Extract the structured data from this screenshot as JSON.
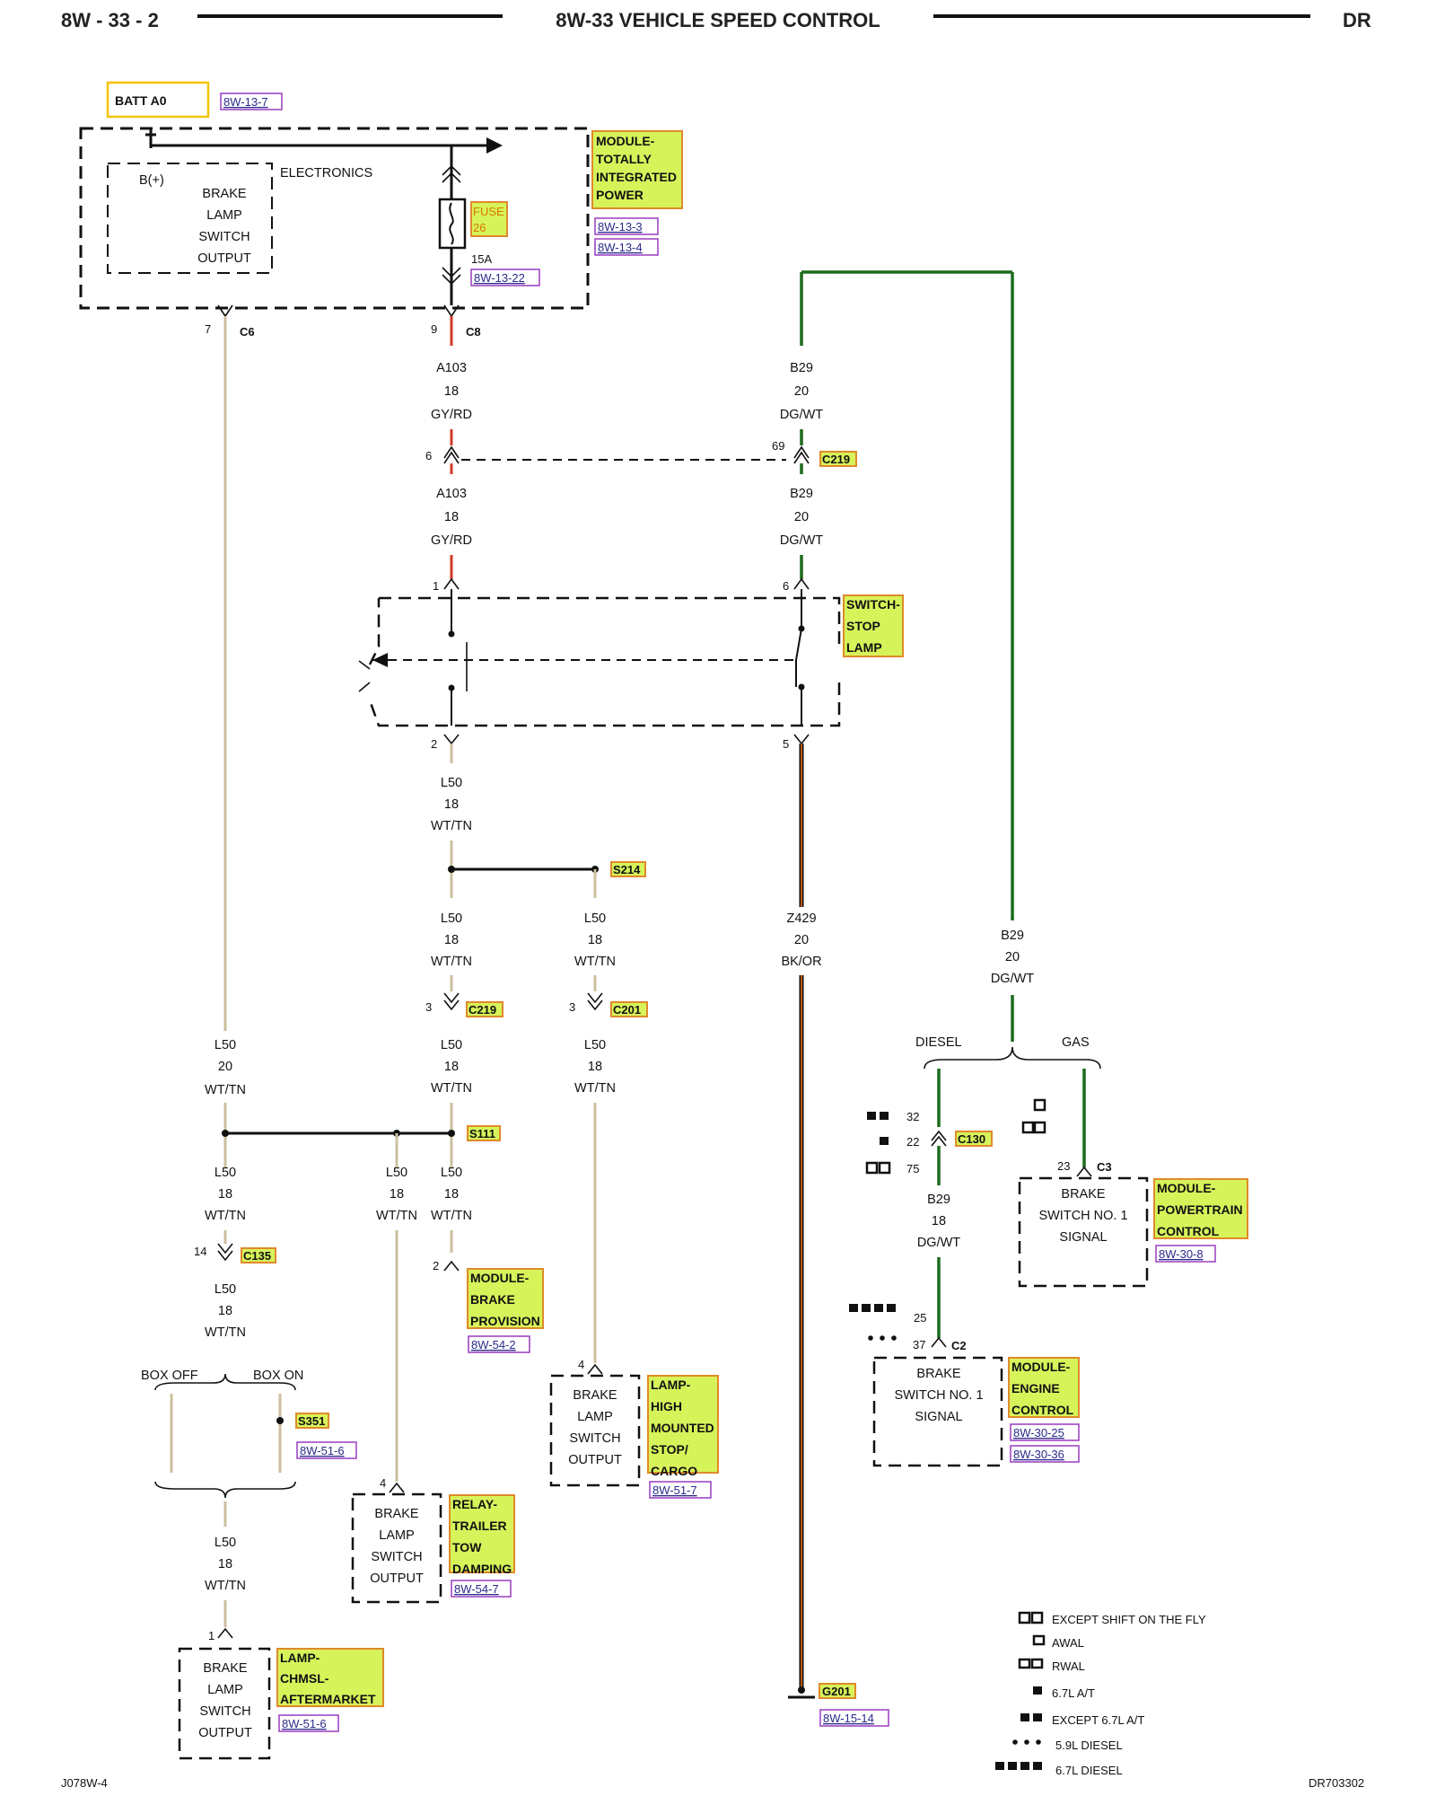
{
  "header": {
    "page_left": "8W - 33 - 2",
    "title": "8W-33 VEHICLE SPEED CONTROL",
    "page_right": "DR"
  },
  "footer": {
    "left": "J078W-4",
    "right": "DR703302"
  },
  "batt": {
    "name": "BATT A0",
    "ref": "8W-13-7"
  },
  "tipm": {
    "name": [
      "MODULE-",
      "TOTALLY",
      "INTEGRATED",
      "POWER"
    ],
    "refs": [
      "8W-13-3",
      "8W-13-4"
    ],
    "electronics": "ELECTRONICS",
    "bplus": "B(+)",
    "output": [
      "BRAKE",
      "LAMP",
      "SWITCH",
      "OUTPUT"
    ],
    "fuse": [
      "FUSE",
      "26"
    ],
    "fuse_amp": "15A",
    "fuse_ref": "8W-13-22"
  },
  "connectors": {
    "c6": "C6",
    "c6_pin": "7",
    "c8": "C8",
    "c8_pin": "9",
    "c219": "C219",
    "c219_pin_a": "6",
    "c219_pin_b": "69",
    "c219_pin_c": "3",
    "c201": "C201",
    "c201_pin": "3",
    "c135": "C135",
    "c135_pin": "14",
    "c130": "C130",
    "c3": "C3",
    "c3_pin": "23",
    "c2": "C2"
  },
  "switch": {
    "name": [
      "SWITCH-",
      "STOP",
      "LAMP"
    ],
    "pin1": "1",
    "pin6": "6",
    "pin2": "2",
    "pin5": "5"
  },
  "wires": {
    "a103_1": [
      "A103",
      "18",
      "GY/RD"
    ],
    "a103_2": [
      "A103",
      "18",
      "GY/RD"
    ],
    "b29_1": [
      "B29",
      "20",
      "DG/WT"
    ],
    "b29_2": [
      "B29",
      "20",
      "DG/WT"
    ],
    "b29_3": [
      "B29",
      "20",
      "DG/WT"
    ],
    "b29_4": [
      "B29",
      "18",
      "DG/WT"
    ],
    "l50_sw": [
      "L50",
      "18",
      "WT/TN"
    ],
    "l50_a": [
      "L50",
      "18",
      "WT/TN"
    ],
    "l50_b": [
      "L50",
      "18",
      "WT/TN"
    ],
    "l50_c": [
      "L50",
      "18",
      "WT/TN"
    ],
    "l50_d": [
      "L50",
      "18",
      "WT/TN"
    ],
    "l50_e": [
      "L50",
      "20",
      "WT/TN"
    ],
    "l50_f": [
      "L50",
      "18",
      "WT/TN"
    ],
    "l50_g": [
      "L50",
      "18",
      "WT/TN"
    ],
    "l50_h": [
      "L50",
      "18",
      "WT/TN"
    ],
    "l50_i": [
      "L50",
      "18",
      "WT/TN"
    ],
    "l50_j": [
      "L50",
      "18",
      "WT/TN"
    ],
    "z429": [
      "Z429",
      "20",
      "BK/OR"
    ]
  },
  "splices": {
    "s214": "S214",
    "s111": "S111",
    "s351": "S351",
    "s351_ref": "8W-51-6"
  },
  "branch": {
    "diesel": "DIESEL",
    "gas": "GAS",
    "box_off": "BOX OFF",
    "box_on": "BOX ON"
  },
  "c130_pins": [
    "32",
    "22",
    "75"
  ],
  "c2_pins": [
    "25",
    "37"
  ],
  "brake_module": {
    "name": [
      "MODULE-",
      "BRAKE",
      "PROVISION"
    ],
    "ref": "8W-54-2",
    "pin": "2"
  },
  "chmsl_hm": {
    "name": [
      "LAMP-",
      "HIGH",
      "MOUNTED",
      "STOP/",
      "CARGO"
    ],
    "ref": "8W-51-7",
    "pin": "4",
    "box": [
      "BRAKE",
      "LAMP",
      "SWITCH",
      "OUTPUT"
    ]
  },
  "relay": {
    "name": [
      "RELAY-",
      "TRAILER",
      "TOW",
      "DAMPING"
    ],
    "ref": "8W-54-7",
    "pin": "4",
    "box": [
      "BRAKE",
      "LAMP",
      "SWITCH",
      "OUTPUT"
    ]
  },
  "chmsl_am": {
    "name": [
      "LAMP-",
      "CHMSL-",
      "AFTERMARKET"
    ],
    "ref": "8W-51-6",
    "pin": "1",
    "box": [
      "BRAKE",
      "LAMP",
      "SWITCH",
      "OUTPUT"
    ]
  },
  "pcm": {
    "name": [
      "MODULE-",
      "POWERTRAIN",
      "CONTROL"
    ],
    "ref": "8W-30-8",
    "box": [
      "BRAKE",
      "SWITCH NO. 1",
      "SIGNAL"
    ]
  },
  "ecm": {
    "name": [
      "MODULE-",
      "ENGINE",
      "CONTROL"
    ],
    "refs": [
      "8W-30-25",
      "8W-30-36"
    ],
    "box": [
      "BRAKE",
      "SWITCH NO. 1",
      "SIGNAL"
    ]
  },
  "ground": {
    "name": "G201",
    "ref": "8W-15-14"
  },
  "legend": [
    "EXCEPT SHIFT ON THE FLY",
    "AWAL",
    "RWAL",
    "6.7L A/T",
    "EXCEPT 6.7L A/T",
    "5.9L DIESEL",
    "6.7L DIESEL"
  ]
}
